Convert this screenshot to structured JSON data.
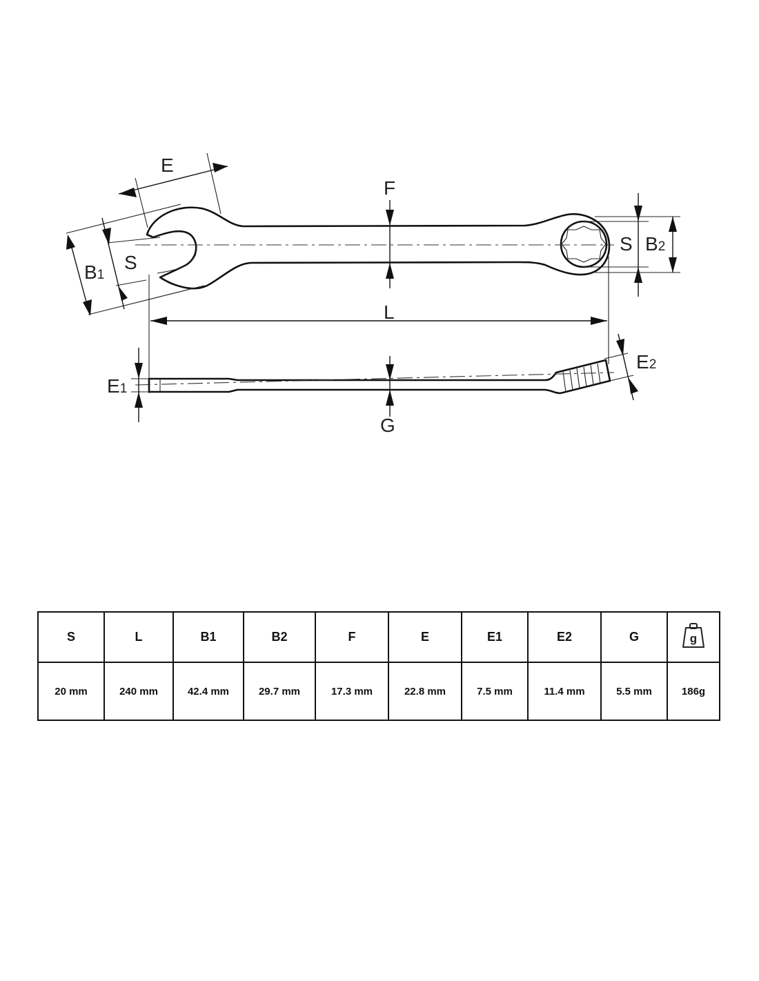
{
  "drawing_labels": {
    "E": "E",
    "F": "F",
    "S_open": "S",
    "B1_main": "B",
    "B1_sub": "1",
    "S_ring": "S",
    "B2_main": "B",
    "B2_sub": "2",
    "L": "L",
    "E1_main": "E",
    "E1_sub": "1",
    "E2_main": "E",
    "E2_sub": "2",
    "G": "G"
  },
  "table": {
    "headers": [
      "S",
      "L",
      "B1",
      "B2",
      "F",
      "E",
      "E1",
      "E2",
      "G"
    ],
    "values": [
      "20 mm",
      "240 mm",
      "42.4 mm",
      "29.7 mm",
      "17.3 mm",
      "22.8 mm",
      "7.5 mm",
      "11.4 mm",
      "5.5 mm",
      "186g"
    ],
    "weight_icon_letter": "g"
  },
  "icons": {
    "weight": "weight-icon"
  }
}
